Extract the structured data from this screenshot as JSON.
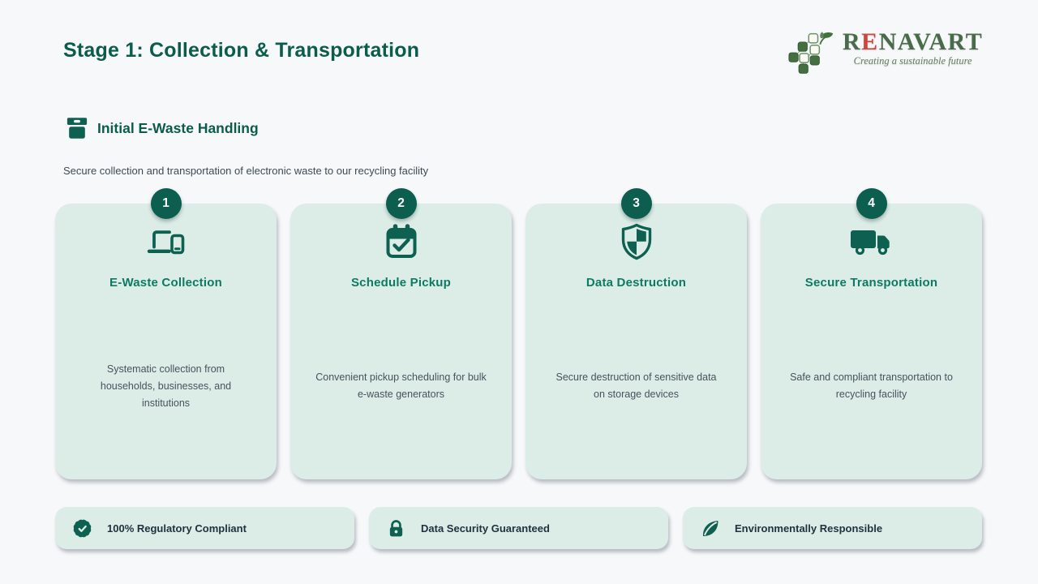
{
  "page": {
    "title": "Stage 1: Collection & Transportation",
    "section": {
      "icon": "archive-bin-icon",
      "heading": "Initial E-Waste Handling",
      "subtitle": "Secure collection and transportation of electronic waste to our recycling facility"
    }
  },
  "logo": {
    "name_r": "R",
    "name_e": "E",
    "name_rest": "NAVART",
    "tagline": "Creating a sustainable future",
    "mark_icon": "pixel-cluster-leaf-icon"
  },
  "steps": [
    {
      "number": "1",
      "icon": "devices-icon",
      "title": "E-Waste Collection",
      "description": "Systematic collection from households, businesses, and institutions"
    },
    {
      "number": "2",
      "icon": "calendar-check-icon",
      "title": "Schedule Pickup",
      "description": "Convenient pickup scheduling for bulk e-waste generators"
    },
    {
      "number": "3",
      "icon": "shield-icon",
      "title": "Data Destruction",
      "description": "Secure destruction of sensitive data on storage devices"
    },
    {
      "number": "4",
      "icon": "truck-icon",
      "title": "Secure Transportation",
      "description": "Safe and compliant transportation to recycling facility"
    }
  ],
  "footer_badges": [
    {
      "icon": "certificate-check-icon",
      "label": "100% Regulatory Compliant"
    },
    {
      "icon": "lock-icon",
      "label": "Data Security Guaranteed"
    },
    {
      "icon": "leaf-icon",
      "label": "Environmentally Responsible"
    }
  ],
  "colors": {
    "page_bg": "#f7f8fa",
    "primary_teal": "#0c5f4f",
    "card_bg": "#dcede8",
    "title_text": "#0b5c4c",
    "card_title_text": "#0d7a63",
    "body_text": "#47525c",
    "footer_text": "#20323e",
    "logo_green": "#4a6b4a",
    "logo_red": "#d2443c"
  }
}
